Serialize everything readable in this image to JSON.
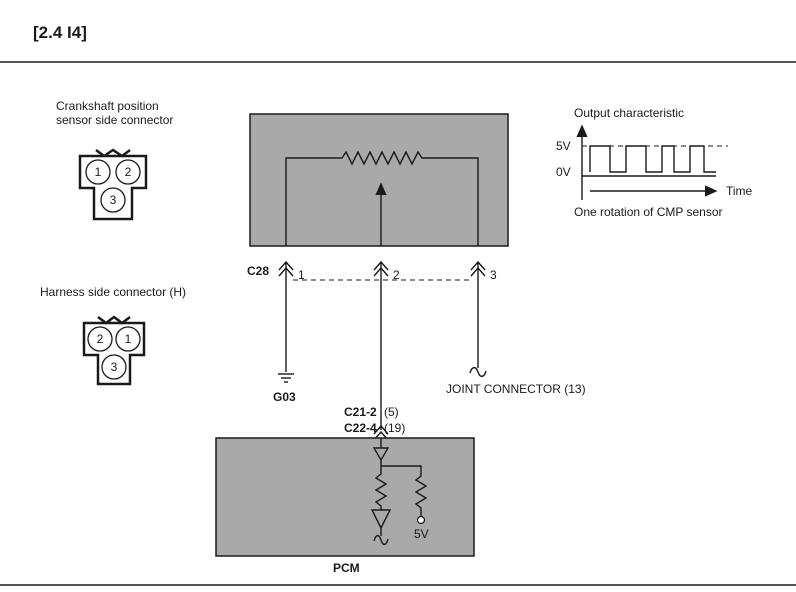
{
  "title": "[2.4  I4]",
  "crank_connector": {
    "label_line1": "Crankshaft position",
    "label_line2": "sensor side connector",
    "pins": [
      "1",
      "2",
      "3"
    ]
  },
  "harness_connector": {
    "label": "Harness side connector (H)",
    "pins": [
      "2",
      "1",
      "3"
    ]
  },
  "sensor": {
    "connector_id": "C28",
    "pin_numbers": [
      "1",
      "2",
      "3"
    ]
  },
  "ground": {
    "label": "G03"
  },
  "joint_connector": {
    "label": "JOINT CONNECTOR (13)"
  },
  "pcm_connectors": {
    "line1_id": "C21-2",
    "line1_pin": "(5)",
    "line2_id": "C22-4",
    "line2_pin": "(19)"
  },
  "pcm": {
    "label": "PCM",
    "supply_label": "5V"
  },
  "output_characteristic": {
    "title": "Output characteristic",
    "level_high": "5V",
    "level_low": "0V",
    "axis_label": "Time",
    "caption": "One rotation of CMP sensor"
  }
}
